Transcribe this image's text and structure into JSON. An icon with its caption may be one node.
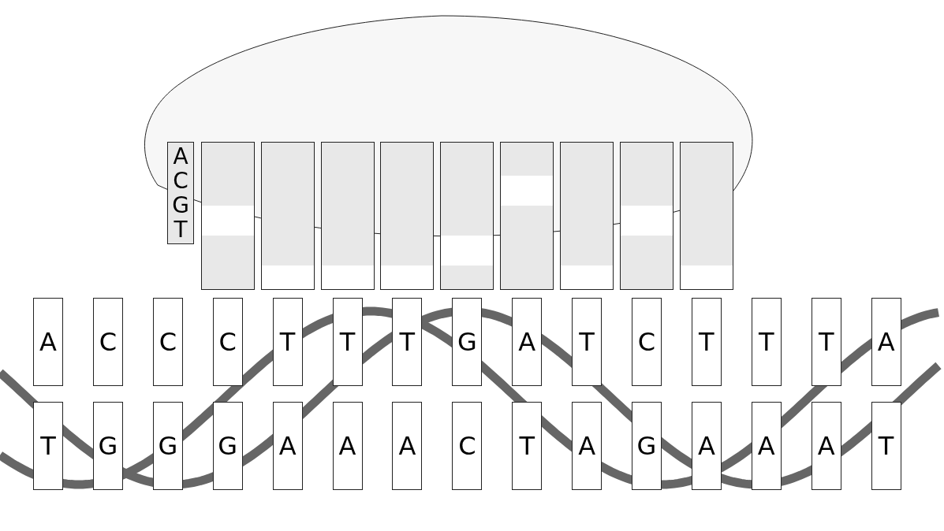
{
  "diagram": {
    "nodes": [
      {
        "text": [],
        "shape": "ellipse"
      },
      {
        "text": [
          "A C G T"
        ]
      },
      {
        "text": [],
        "shape": "box"
      },
      {
        "text": [],
        "shape": "box"
      },
      {
        "text": [],
        "shape": "box"
      },
      {
        "text": [],
        "shape": "box"
      },
      {
        "text": [],
        "shape": "box"
      },
      {
        "text": [],
        "shape": "box"
      },
      {
        "text": [],
        "shape": "box"
      },
      {
        "text": [],
        "shape": "box"
      },
      {
        "text": [],
        "shape": "box"
      },
      {
        "text": [
          "A"
        ]
      },
      {
        "text": [
          "C"
        ]
      },
      {
        "text": [
          "C"
        ]
      },
      {
        "text": [
          "C"
        ]
      },
      {
        "text": [
          "T"
        ]
      },
      {
        "text": [
          "T"
        ]
      },
      {
        "text": [
          "T"
        ]
      },
      {
        "text": [
          "G"
        ]
      },
      {
        "text": [
          "A"
        ]
      },
      {
        "text": [
          "T"
        ]
      },
      {
        "text": [
          "C"
        ]
      },
      {
        "text": [
          "T"
        ]
      },
      {
        "text": [
          "T"
        ]
      },
      {
        "text": [
          "T"
        ]
      },
      {
        "text": [
          "A"
        ]
      },
      {
        "text": [
          "T"
        ]
      },
      {
        "text": [
          "G"
        ]
      },
      {
        "text": [
          "G"
        ]
      },
      {
        "text": [
          "G"
        ]
      },
      {
        "text": [
          "A"
        ]
      },
      {
        "text": [
          "A"
        ]
      },
      {
        "text": [
          "A"
        ]
      },
      {
        "text": [
          "C"
        ]
      },
      {
        "text": [
          "T"
        ]
      },
      {
        "text": [
          "A"
        ]
      },
      {
        "text": [
          "G"
        ]
      },
      {
        "text": [
          "A"
        ]
      },
      {
        "text": [
          "A"
        ]
      },
      {
        "text": [
          "A"
        ]
      },
      {
        "text": [
          "T"
        ]
      }
    ],
    "edges": []
  }
}
